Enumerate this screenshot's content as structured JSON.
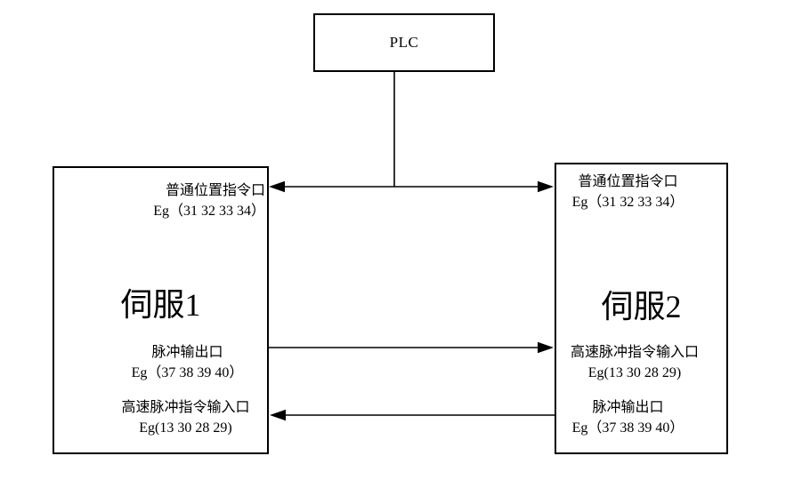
{
  "colors": {
    "background": "#ffffff",
    "line": "#000000",
    "text": "#000000"
  },
  "plc": {
    "label": "PLC"
  },
  "servo1": {
    "title": "伺服1",
    "port_top": {
      "name": "普通位置指令口",
      "eg": "Eg（31 32 33 34）"
    },
    "port_mid": {
      "name": "脉冲输出口",
      "eg": "Eg（37 38 39 40）"
    },
    "port_bottom": {
      "name": "高速脉冲指令输入口",
      "eg": "Eg(13 30 28 29)"
    }
  },
  "servo2": {
    "title": "伺服2",
    "port_top": {
      "name": "普通位置指令口",
      "eg": "Eg（31 32 33 34）"
    },
    "port_mid": {
      "name": "高速脉冲指令输入口",
      "eg": "Eg(13 30 28 29)"
    },
    "port_bottom": {
      "name": "脉冲输出口",
      "eg": "Eg（37 38 39 40）"
    }
  },
  "connections": [
    {
      "id": "plc-drop-line",
      "from": "PLC",
      "to": "普通位置指令口总线",
      "style": "vertical-line"
    },
    {
      "id": "position-command-bus",
      "from": "伺服1 普通位置指令口",
      "to": "伺服2 普通位置指令口",
      "style": "double-headed-arrow"
    },
    {
      "id": "servo1-pulse-out",
      "from": "伺服1 脉冲输出口",
      "to": "伺服2 高速脉冲指令输入口",
      "style": "arrow-right"
    },
    {
      "id": "servo2-pulse-out",
      "from": "伺服2 脉冲输出口",
      "to": "伺服1 高速脉冲指令输入口",
      "style": "arrow-left"
    }
  ]
}
